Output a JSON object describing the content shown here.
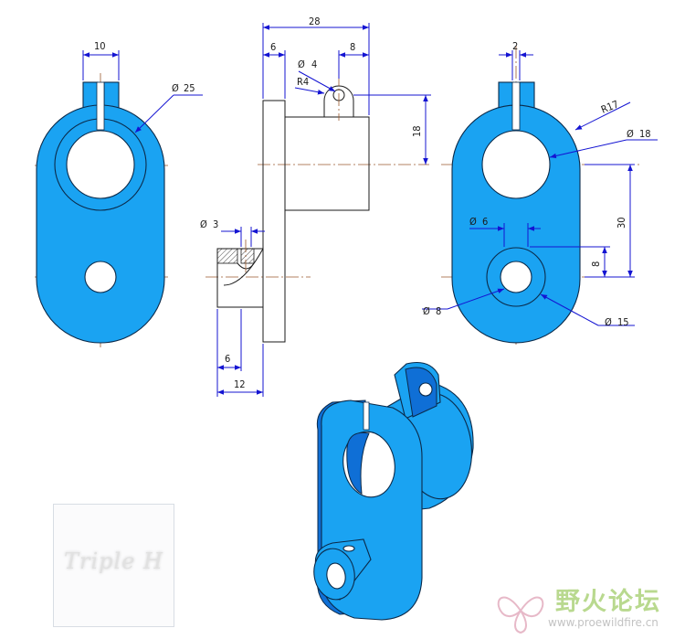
{
  "drawing": {
    "dimensions": {
      "front_width": "10",
      "front_bore": "25",
      "side_total": "28",
      "side_flange": "6",
      "side_lug": "8",
      "lug_hole": "4",
      "lug_radius": "R4",
      "lug_height": "18",
      "set_hole": "3",
      "boss_depth": "6",
      "boss_total": "12",
      "slot_width": "2",
      "outer_radius": "R17",
      "bore": "18",
      "small_hole": "6",
      "center_dist": "30",
      "boss_offset": "8",
      "boss_hole": "8",
      "boss_dia": "15"
    },
    "colors": {
      "part": "#1aa3f2",
      "part_shade": "#0f6fd6",
      "dimension": "#1414d2",
      "centerline": "#9b5a2e"
    }
  },
  "watermark": {
    "text": "Triple H"
  },
  "logo": {
    "title": "野火论坛",
    "url": "www.proewildfire.cn"
  }
}
